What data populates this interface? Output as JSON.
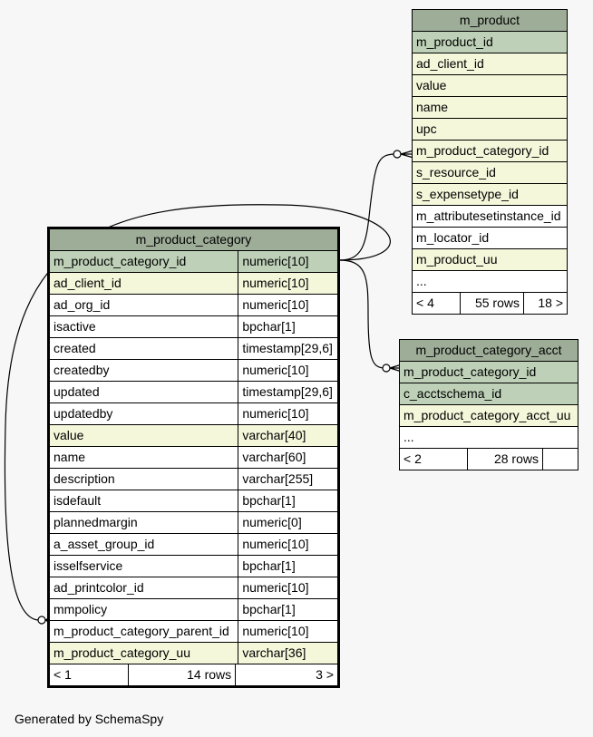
{
  "tables": {
    "m_product": {
      "name": "m_product",
      "columns": [
        {
          "name": "m_product_id",
          "kind": "pk"
        },
        {
          "name": "ad_client_id",
          "kind": "idx"
        },
        {
          "name": "value",
          "kind": "idx"
        },
        {
          "name": "name",
          "kind": "idx"
        },
        {
          "name": "upc",
          "kind": "idx"
        },
        {
          "name": "m_product_category_id",
          "kind": "idx"
        },
        {
          "name": "s_resource_id",
          "kind": "idx"
        },
        {
          "name": "s_expensetype_id",
          "kind": "idx"
        },
        {
          "name": "m_attributesetinstance_id",
          "kind": "plain"
        },
        {
          "name": "m_locator_id",
          "kind": "plain"
        },
        {
          "name": "m_product_uu",
          "kind": "idx"
        },
        {
          "name": "...",
          "kind": "plain"
        }
      ],
      "footer": {
        "left": "< 4",
        "mid": "55 rows",
        "right": "18 >"
      }
    },
    "m_product_category": {
      "name": "m_product_category",
      "columns": [
        {
          "name": "m_product_category_id",
          "type": "numeric[10]",
          "kind": "pk"
        },
        {
          "name": "ad_client_id",
          "type": "numeric[10]",
          "kind": "idx"
        },
        {
          "name": "ad_org_id",
          "type": "numeric[10]",
          "kind": "plain"
        },
        {
          "name": "isactive",
          "type": "bpchar[1]",
          "kind": "plain"
        },
        {
          "name": "created",
          "type": "timestamp[29,6]",
          "kind": "plain"
        },
        {
          "name": "createdby",
          "type": "numeric[10]",
          "kind": "plain"
        },
        {
          "name": "updated",
          "type": "timestamp[29,6]",
          "kind": "plain"
        },
        {
          "name": "updatedby",
          "type": "numeric[10]",
          "kind": "plain"
        },
        {
          "name": "value",
          "type": "varchar[40]",
          "kind": "idx"
        },
        {
          "name": "name",
          "type": "varchar[60]",
          "kind": "plain"
        },
        {
          "name": "description",
          "type": "varchar[255]",
          "kind": "plain"
        },
        {
          "name": "isdefault",
          "type": "bpchar[1]",
          "kind": "plain"
        },
        {
          "name": "plannedmargin",
          "type": "numeric[0]",
          "kind": "plain"
        },
        {
          "name": "a_asset_group_id",
          "type": "numeric[10]",
          "kind": "plain"
        },
        {
          "name": "isselfservice",
          "type": "bpchar[1]",
          "kind": "plain"
        },
        {
          "name": "ad_printcolor_id",
          "type": "numeric[10]",
          "kind": "plain"
        },
        {
          "name": "mmpolicy",
          "type": "bpchar[1]",
          "kind": "plain"
        },
        {
          "name": "m_product_category_parent_id",
          "type": "numeric[10]",
          "kind": "plain"
        },
        {
          "name": "m_product_category_uu",
          "type": "varchar[36]",
          "kind": "idx"
        }
      ],
      "footer": {
        "left": "< 1",
        "mid": "14 rows",
        "right": "3 >"
      }
    },
    "m_product_category_acct": {
      "name": "m_product_category_acct",
      "columns": [
        {
          "name": "m_product_category_id",
          "kind": "pk"
        },
        {
          "name": "c_acctschema_id",
          "kind": "pk"
        },
        {
          "name": "m_product_category_acct_uu",
          "kind": "idx"
        },
        {
          "name": "...",
          "kind": "plain"
        }
      ],
      "footer": {
        "left": "< 2",
        "mid": "28 rows",
        "right": ""
      }
    }
  },
  "footer_text": "Generated by SchemaSpy"
}
